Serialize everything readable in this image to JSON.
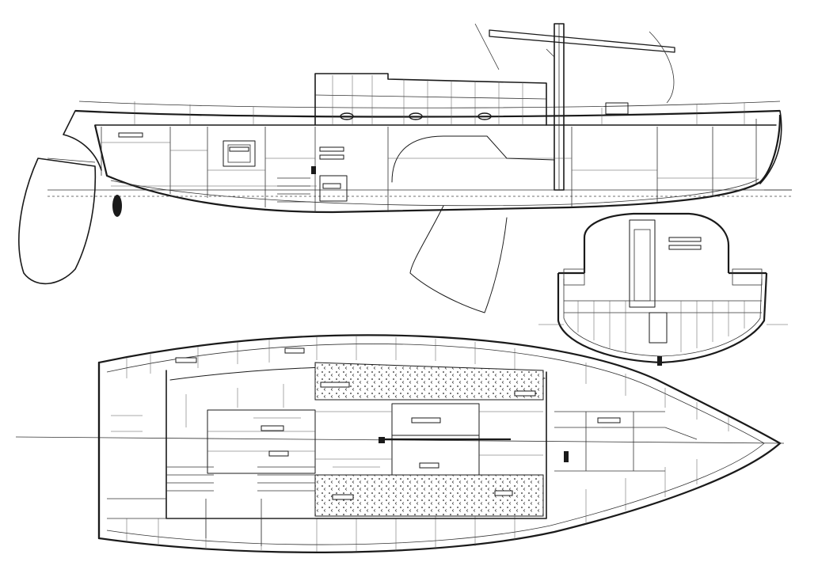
{
  "drawing": {
    "views": [
      "profile",
      "section",
      "plan"
    ],
    "colors": {
      "ink": "#1a1a1a",
      "paper": "#ffffff"
    },
    "labels": []
  }
}
